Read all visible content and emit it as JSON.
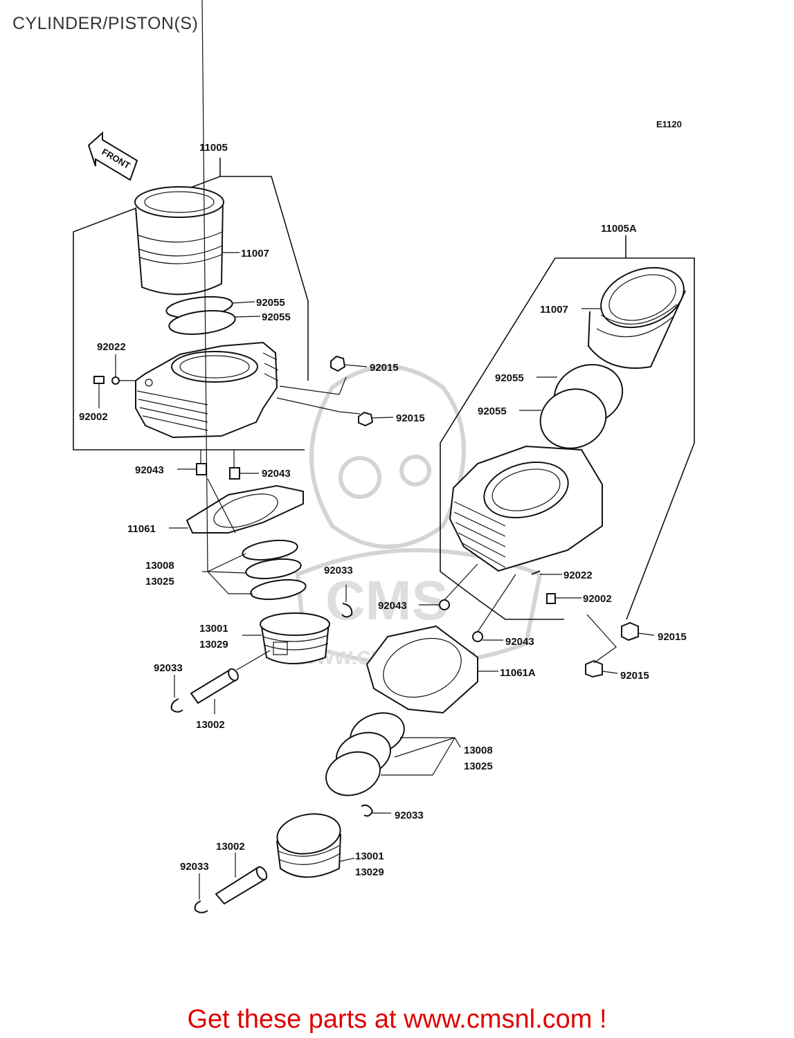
{
  "page": {
    "title": "CYLINDER/PISTON(S)",
    "diagram_code": "E1120",
    "front_label": "FRONT",
    "promo_text": "Get these parts at www.cmsnl.com !"
  },
  "watermark": {
    "text": "WWW.CMSNL.COM",
    "logo": "CMS"
  },
  "callouts": {
    "c11005": "11005",
    "c11007_l": "11007",
    "c92055_l1": "92055",
    "c92055_l2": "92055",
    "c92022_l": "92022",
    "c92002_l": "92002",
    "c92015_l1": "92015",
    "c92015_l2": "92015",
    "c92043_l1": "92043",
    "c92043_l2": "92043",
    "c11061": "11061",
    "c13008_l": "13008",
    "c13025_l": "13025",
    "c92033_l1": "92033",
    "c13001_l": "13001",
    "c13029_l": "13029",
    "c92033_l2": "92033",
    "c13002_l": "13002",
    "c11005A": "11005A",
    "c11007_r": "11007",
    "c92055_r1": "92055",
    "c92055_r2": "92055",
    "c92022_r": "92022",
    "c92002_r": "92002",
    "c92043_r1": "92043",
    "c92043_r2": "92043",
    "c92015_r1": "92015",
    "c92015_r2": "92015",
    "c11061A": "11061A",
    "c13008_r": "13008",
    "c13025_r": "13025",
    "c92033_r1": "92033",
    "c13002_r": "13002",
    "c13001_r": "13001",
    "c13029_r": "13029",
    "c92033_r2": "92033"
  }
}
